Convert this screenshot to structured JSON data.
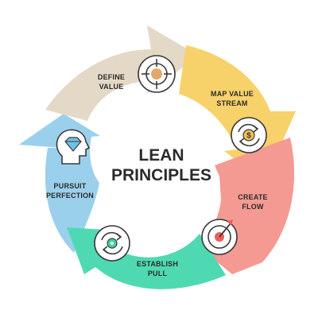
{
  "title": {
    "line1": "LEAN",
    "line2": "PRINCIPLES"
  },
  "segments": [
    {
      "line1": "DEFINE",
      "line2": "VALUE",
      "color": "#e4d8c7",
      "icon": "target-icon"
    },
    {
      "line1": "MAP VALUE",
      "line2": "STREAM",
      "color": "#f7d16a",
      "icon": "dollar-exchange-icon"
    },
    {
      "line1": "CREATE",
      "line2": "FLOW",
      "color": "#f49a93",
      "icon": "dart-target-icon"
    },
    {
      "line1": "ESTABLISH",
      "line2": "PULL",
      "color": "#4fd9b2",
      "icon": "gear-cycle-icon"
    },
    {
      "line1": "PURSUIT",
      "line2": "PERFECTION",
      "color": "#9bd0ec",
      "icon": "head-diamond-icon"
    }
  ],
  "colors": {
    "text": "#2b2b2b",
    "icon_stroke": "#3a3a3a",
    "background": "#ffffff"
  }
}
